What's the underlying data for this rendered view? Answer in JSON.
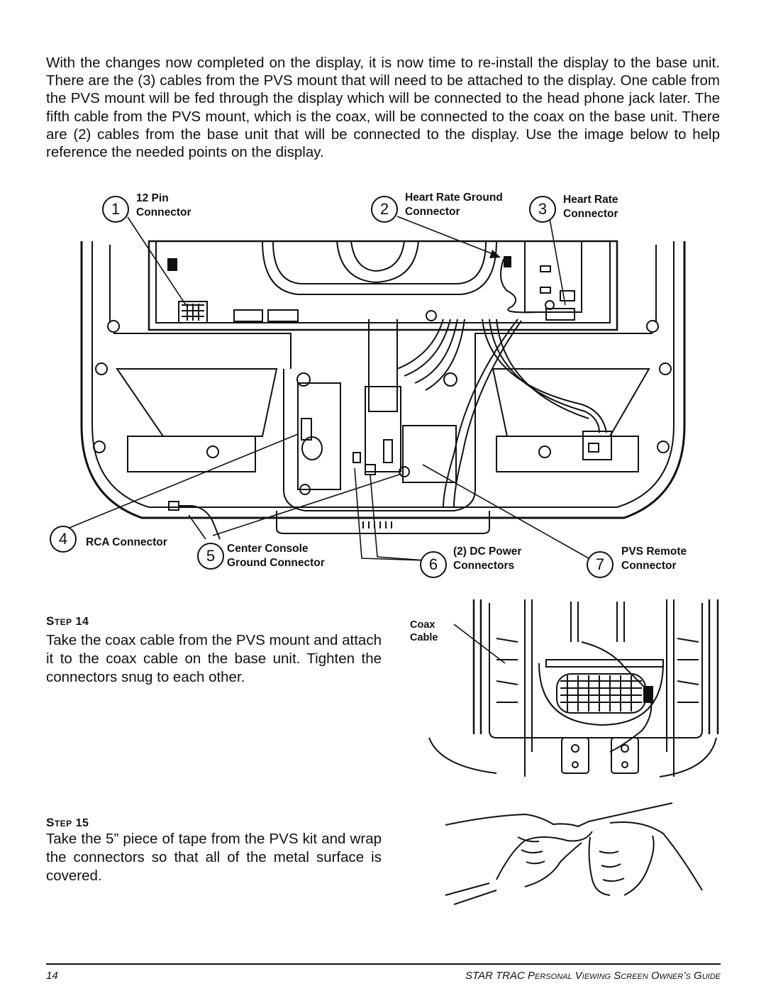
{
  "intro": "With the changes now completed on the display, it is now time to re-install the display to the base unit. There are the (3) cables from the PVS mount that will need to be attached to the display.  One cable from the PVS mount will be fed through the display which will be connected to the head phone jack later.  The fifth cable from the PVS mount, which is the coax, will be connected to the coax on the base unit.  There are (2) cables from the base unit that will be connected to the display.  Use the image below to help reference the needed points on the display.",
  "callouts": [
    {
      "num": "1",
      "label": "12 Pin\nConnector"
    },
    {
      "num": "2",
      "label": "Heart Rate Ground\nConnector"
    },
    {
      "num": "3",
      "label": "Heart Rate\nConnector"
    },
    {
      "num": "4",
      "label": "RCA Connector"
    },
    {
      "num": "5",
      "label": "Center Console\nGround Connector"
    },
    {
      "num": "6",
      "label": "(2) DC Power\nConnectors"
    },
    {
      "num": "7",
      "label": "PVS Remote\nConnector"
    }
  ],
  "steps": [
    {
      "heading_prefix": "Step",
      "heading_num": "14",
      "text": "Take the coax cable from the PVS mount and attach it to the coax cable on the base unit. Tighten the connectors snug to each other."
    },
    {
      "heading_prefix": "Step",
      "heading_num": "15",
      "text": "Take the 5” piece of tape from the PVS kit and wrap the connectors so that all of the metal surface is covered."
    }
  ],
  "coax_label": "Coax\nCable",
  "footer": {
    "page": "14",
    "title": "STAR TRAC Personal Viewing Screen Owner’s Guide"
  }
}
